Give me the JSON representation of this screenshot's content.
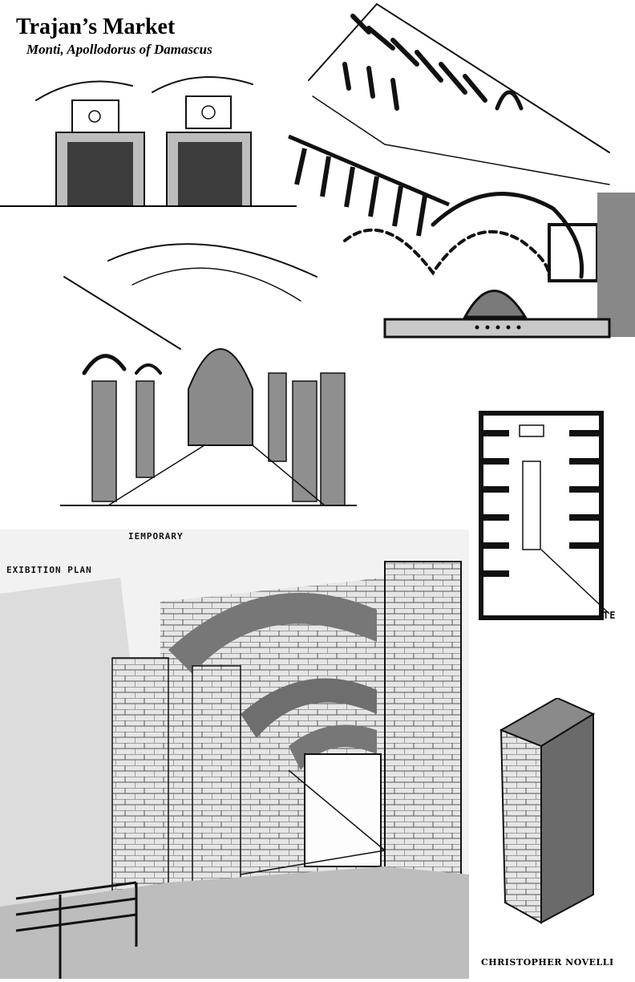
{
  "header": {
    "title": "Trajan’s Market",
    "subtitle": "Monti, Apollodorus of Damascus"
  },
  "sketch_labels": {
    "plan_top_left": "IEMPORARY",
    "exhibition_plan": "EXIBITION PLAN",
    "side_plan_tag": "TE"
  },
  "credit": "CHRISTOPHER NOVELLI",
  "colors": {
    "ink": "#111111",
    "shade": "#8a8a8a",
    "paper": "#ffffff"
  }
}
